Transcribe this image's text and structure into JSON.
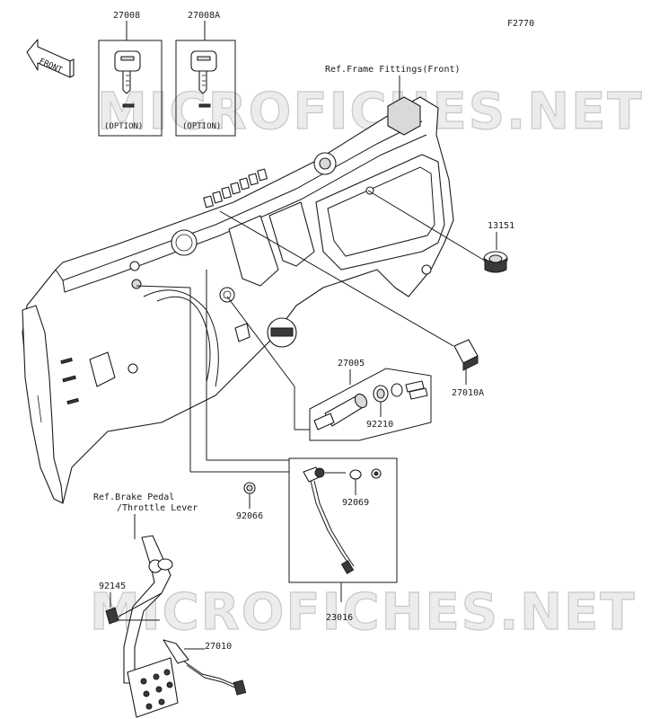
{
  "diagram_id": "F2770",
  "front_label": "FRONT",
  "watermark": "MICROFICHES.NET",
  "references": {
    "frame_fittings": "Ref.Frame Fittings(Front)",
    "brake_pedal": "Ref.Brake Pedal",
    "throttle_lever": "/Throttle Lever"
  },
  "keys": [
    {
      "part": "27008",
      "note": "(OPTION)"
    },
    {
      "part": "27008A",
      "note": "(OPTION)"
    }
  ],
  "parts": {
    "p13151": "13151",
    "p27010A": "27010A",
    "p27005": "27005",
    "p92210": "92210",
    "p92066": "92066",
    "p92069": "92069",
    "p23016": "23016",
    "p92145": "92145",
    "p27010": "27010"
  }
}
